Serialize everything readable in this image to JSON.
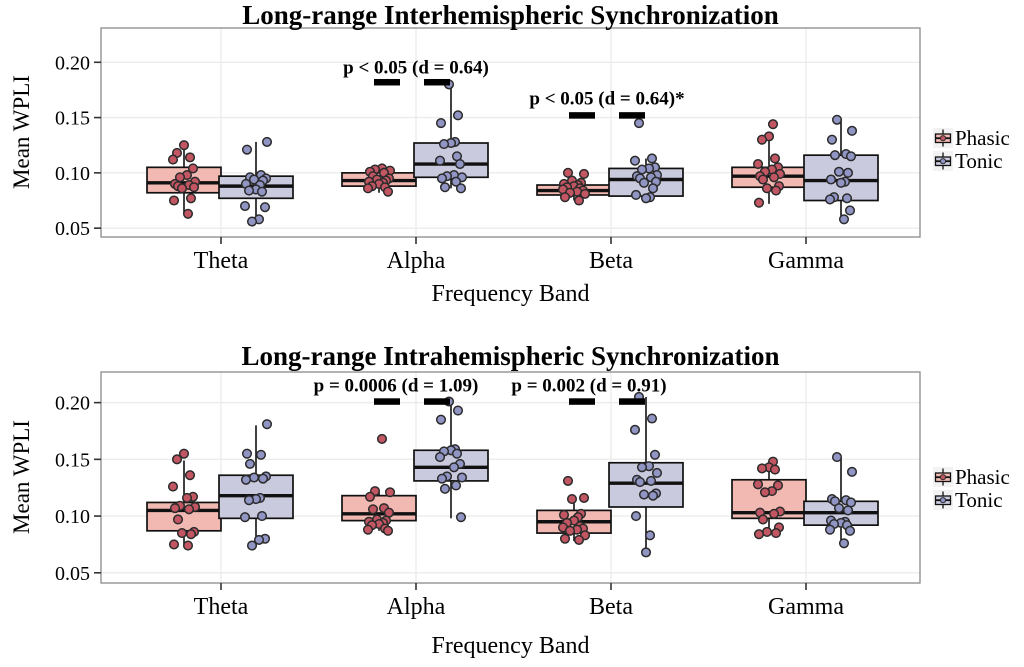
{
  "page": {
    "background": "#ffffff"
  },
  "legend": {
    "items": [
      {
        "label": "Phasic",
        "box_fill": "#f2b9b2",
        "point_fill": "#c25763"
      },
      {
        "label": "Tonic",
        "box_fill": "#cacade",
        "point_fill": "#9095c4"
      }
    ],
    "key_background": "#f2f2f2"
  },
  "colors": {
    "box_stroke": "#111111",
    "point_stroke": "#2b2b2b",
    "panel_border": "#8a8a8a",
    "gridline": "#ececec",
    "tick": "#333333",
    "annotation": "#000000"
  },
  "chart_data": [
    {
      "type": "boxplot-jitter",
      "title": "Long-range Interhemispheric Synchronization",
      "xlabel": "Frequency Band",
      "ylabel": "Mean WPLI",
      "categories": [
        "Theta",
        "Alpha",
        "Beta",
        "Gamma"
      ],
      "yticks": [
        0.05,
        0.1,
        0.15,
        0.2
      ],
      "ytick_labels": [
        "0.05",
        "0.10",
        "0.15",
        "0.20"
      ],
      "ylim": [
        0.042,
        0.231
      ],
      "grid": true,
      "legend_position": "right",
      "series": [
        {
          "name": "Phasic",
          "boxes": [
            {
              "category": "Theta",
              "whisker_low": 0.063,
              "q1": 0.082,
              "median": 0.091,
              "q3": 0.105,
              "whisker_high": 0.125,
              "points": [
                0.125,
                0.118,
                0.114,
                0.112,
                0.104,
                0.098,
                0.096,
                0.092,
                0.09,
                0.089,
                0.088,
                0.087,
                0.086,
                0.077,
                0.075,
                0.063
              ]
            },
            {
              "category": "Alpha",
              "whisker_low": 0.082,
              "q1": 0.088,
              "median": 0.093,
              "q3": 0.1,
              "whisker_high": 0.104,
              "points": [
                0.104,
                0.103,
                0.102,
                0.101,
                0.1,
                0.097,
                0.095,
                0.094,
                0.093,
                0.092,
                0.091,
                0.09,
                0.088,
                0.087,
                0.086,
                0.083
              ]
            },
            {
              "category": "Beta",
              "whisker_low": 0.075,
              "q1": 0.08,
              "median": 0.084,
              "q3": 0.089,
              "whisker_high": 0.093,
              "points": [
                0.1,
                0.099,
                0.093,
                0.091,
                0.09,
                0.089,
                0.088,
                0.087,
                0.086,
                0.085,
                0.084,
                0.083,
                0.082,
                0.081,
                0.078,
                0.075
              ]
            },
            {
              "category": "Gamma",
              "whisker_low": 0.072,
              "q1": 0.087,
              "median": 0.097,
              "q3": 0.105,
              "whisker_high": 0.133,
              "points": [
                0.144,
                0.133,
                0.13,
                0.113,
                0.108,
                0.105,
                0.103,
                0.101,
                0.099,
                0.097,
                0.096,
                0.094,
                0.088,
                0.086,
                0.084,
                0.073
              ]
            }
          ]
        },
        {
          "name": "Tonic",
          "boxes": [
            {
              "category": "Theta",
              "whisker_low": 0.056,
              "q1": 0.077,
              "median": 0.088,
              "q3": 0.097,
              "whisker_high": 0.128,
              "points": [
                0.128,
                0.121,
                0.098,
                0.096,
                0.095,
                0.094,
                0.093,
                0.09,
                0.089,
                0.085,
                0.084,
                0.083,
                0.07,
                0.069,
                0.058,
                0.056
              ]
            },
            {
              "category": "Alpha",
              "whisker_low": 0.086,
              "q1": 0.096,
              "median": 0.108,
              "q3": 0.127,
              "whisker_high": 0.18,
              "points": [
                0.18,
                0.152,
                0.145,
                0.128,
                0.127,
                0.126,
                0.115,
                0.111,
                0.108,
                0.098,
                0.097,
                0.096,
                0.095,
                0.092,
                0.087,
                0.086
              ]
            },
            {
              "category": "Beta",
              "whisker_low": 0.077,
              "q1": 0.079,
              "median": 0.094,
              "q3": 0.104,
              "whisker_high": 0.113,
              "points": [
                0.145,
                0.113,
                0.111,
                0.105,
                0.104,
                0.103,
                0.098,
                0.097,
                0.096,
                0.095,
                0.092,
                0.091,
                0.086,
                0.08,
                0.078,
                0.077
              ]
            },
            {
              "category": "Gamma",
              "whisker_low": 0.057,
              "q1": 0.075,
              "median": 0.093,
              "q3": 0.116,
              "whisker_high": 0.148,
              "points": [
                0.148,
                0.138,
                0.13,
                0.117,
                0.116,
                0.115,
                0.101,
                0.1,
                0.094,
                0.092,
                0.091,
                0.078,
                0.077,
                0.076,
                0.066,
                0.058
              ]
            }
          ]
        }
      ],
      "annotations": [
        {
          "text": "p < 0.05 (d = 0.64)",
          "category": "Alpha",
          "text_y": 0.196,
          "bar_y": 0.182,
          "text_dx": 0
        },
        {
          "text": "p < 0.05 (d = 0.64)*",
          "category": "Beta",
          "text_y": 0.168,
          "bar_y": 0.152,
          "text_dx": -4
        }
      ]
    },
    {
      "type": "boxplot-jitter",
      "title": "Long-range Intrahemispheric Synchronization",
      "xlabel": "Frequency Band",
      "ylabel": "Mean WPLI",
      "categories": [
        "Theta",
        "Alpha",
        "Beta",
        "Gamma"
      ],
      "yticks": [
        0.05,
        0.1,
        0.15,
        0.2
      ],
      "ytick_labels": [
        "0.05",
        "0.10",
        "0.15",
        "0.20"
      ],
      "ylim": [
        0.041,
        0.227
      ],
      "grid": true,
      "legend_position": "right",
      "series": [
        {
          "name": "Phasic",
          "boxes": [
            {
              "category": "Theta",
              "whisker_low": 0.074,
              "q1": 0.087,
              "median": 0.105,
              "q3": 0.112,
              "whisker_high": 0.149,
              "points": [
                0.155,
                0.15,
                0.136,
                0.126,
                0.117,
                0.116,
                0.109,
                0.108,
                0.107,
                0.106,
                0.097,
                0.086,
                0.085,
                0.084,
                0.075,
                0.074
              ]
            },
            {
              "category": "Alpha",
              "whisker_low": 0.087,
              "q1": 0.096,
              "median": 0.102,
              "q3": 0.118,
              "whisker_high": 0.122,
              "points": [
                0.168,
                0.122,
                0.121,
                0.117,
                0.107,
                0.106,
                0.103,
                0.097,
                0.096,
                0.095,
                0.094,
                0.093,
                0.092,
                0.089,
                0.088,
                0.087
              ]
            },
            {
              "category": "Beta",
              "whisker_low": 0.078,
              "q1": 0.085,
              "median": 0.095,
              "q3": 0.105,
              "whisker_high": 0.116,
              "points": [
                0.131,
                0.116,
                0.115,
                0.102,
                0.101,
                0.099,
                0.096,
                0.094,
                0.091,
                0.09,
                0.089,
                0.088,
                0.087,
                0.083,
                0.08,
                0.079
              ]
            },
            {
              "category": "Gamma",
              "whisker_low": 0.085,
              "q1": 0.098,
              "median": 0.103,
              "q3": 0.132,
              "whisker_high": 0.143,
              "points": [
                0.148,
                0.143,
                0.142,
                0.141,
                0.128,
                0.127,
                0.122,
                0.121,
                0.104,
                0.103,
                0.102,
                0.097,
                0.09,
                0.086,
                0.085,
                0.084
              ]
            }
          ]
        },
        {
          "name": "Tonic",
          "boxes": [
            {
              "category": "Theta",
              "whisker_low": 0.073,
              "q1": 0.098,
              "median": 0.118,
              "q3": 0.136,
              "whisker_high": 0.18,
              "points": [
                0.181,
                0.155,
                0.154,
                0.146,
                0.135,
                0.134,
                0.133,
                0.132,
                0.116,
                0.115,
                0.114,
                0.1,
                0.099,
                0.08,
                0.079,
                0.074
              ]
            },
            {
              "category": "Alpha",
              "whisker_low": 0.098,
              "q1": 0.131,
              "median": 0.143,
              "q3": 0.158,
              "whisker_high": 0.201,
              "points": [
                0.201,
                0.193,
                0.185,
                0.159,
                0.158,
                0.157,
                0.155,
                0.152,
                0.146,
                0.143,
                0.135,
                0.134,
                0.133,
                0.127,
                0.124,
                0.099
              ]
            },
            {
              "category": "Beta",
              "whisker_low": 0.07,
              "q1": 0.108,
              "median": 0.129,
              "q3": 0.147,
              "whisker_high": 0.205,
              "points": [
                0.205,
                0.186,
                0.176,
                0.154,
                0.144,
                0.143,
                0.138,
                0.132,
                0.131,
                0.13,
                0.12,
                0.119,
                0.118,
                0.1,
                0.083,
                0.068
              ]
            },
            {
              "category": "Gamma",
              "whisker_low": 0.078,
              "q1": 0.092,
              "median": 0.103,
              "q3": 0.113,
              "whisker_high": 0.152,
              "points": [
                0.152,
                0.139,
                0.115,
                0.114,
                0.113,
                0.112,
                0.107,
                0.105,
                0.096,
                0.095,
                0.094,
                0.093,
                0.092,
                0.088,
                0.087,
                0.076
              ]
            }
          ]
        }
      ],
      "annotations": [
        {
          "text": "p = 0.0006 (d = 1.09)",
          "category": "Alpha",
          "text_y": 0.216,
          "bar_y": 0.201,
          "text_dx": -20
        },
        {
          "text": "p = 0.002 (d = 0.91)",
          "category": "Beta",
          "text_y": 0.216,
          "bar_y": 0.201,
          "text_dx": -22
        }
      ]
    }
  ]
}
